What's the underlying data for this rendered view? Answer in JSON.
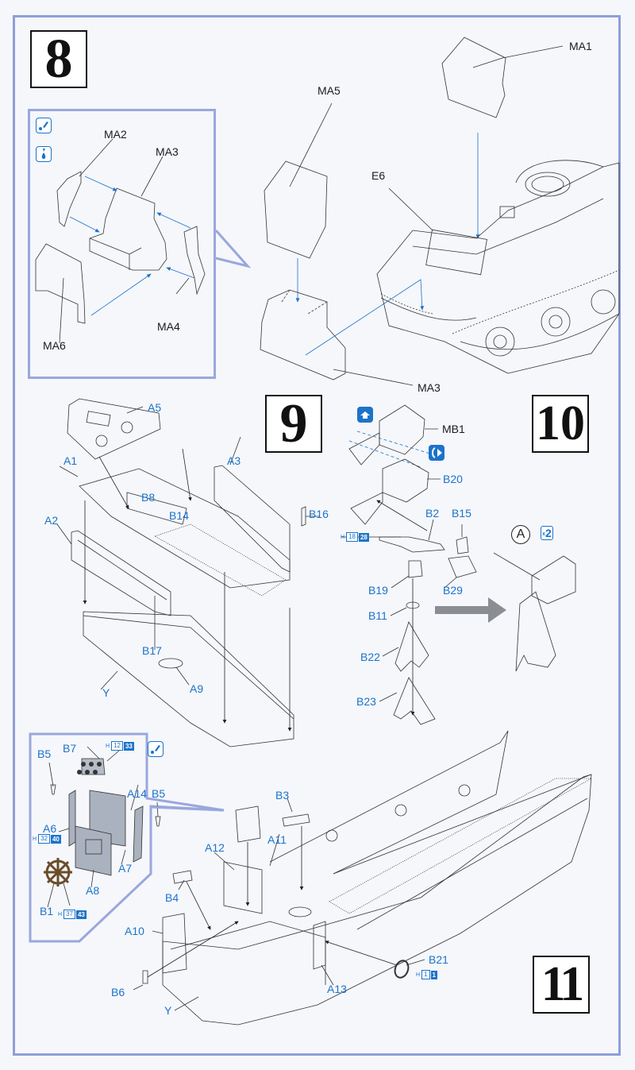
{
  "page": {
    "accent_color": "#1d73c9",
    "frame_color": "#8f9fd8"
  },
  "steps": [
    {
      "number": "8"
    },
    {
      "number": "9"
    },
    {
      "number": "10"
    },
    {
      "number": "11"
    }
  ],
  "step8": {
    "inset_labels": {
      "ma2": "MA2",
      "ma3": "MA3",
      "ma4": "MA4",
      "ma6": "MA6"
    },
    "inset_icons": [
      "apply-glue-icon",
      "apply-cement-drop-icon"
    ],
    "main_labels": {
      "ma1": "MA1",
      "ma5": "MA5",
      "e6": "E6",
      "ma3": "MA3"
    }
  },
  "step9": {
    "labels": {
      "a5": "A5",
      "a1": "A1",
      "a3": "A3",
      "b8": "B8",
      "b14": "B14",
      "b16": "B16",
      "a2": "A2",
      "b17": "B17",
      "y": "Y",
      "a9": "A9"
    }
  },
  "step10": {
    "labels": {
      "mb1": "MB1",
      "b20": "B20",
      "b2": "B2",
      "b15": "B15",
      "b19": "B19",
      "b29": "B29",
      "b11": "B11",
      "b22": "B22",
      "b23": "B23"
    },
    "paint_b2": {
      "prefix": "H",
      "outline": "18",
      "filled": "28"
    },
    "icons": [
      "fold-up-icon",
      "flip-over-icon"
    ],
    "callout": "A",
    "quantity": {
      "prefix": "x",
      "value": "2"
    }
  },
  "step11": {
    "inset_labels": {
      "b5a": "B5",
      "b7": "B7",
      "a14": "A14",
      "b5b": "B5",
      "a6": "A6",
      "a7": "A7",
      "a8": "A8",
      "b1": "B1"
    },
    "paint_b7": {
      "prefix": "H",
      "outline": "12",
      "filled": "33"
    },
    "paint_a6": {
      "prefix": "H",
      "outline": "32",
      "filled": "40"
    },
    "paint_b1": {
      "prefix": "H",
      "outline": "37",
      "filled": "43"
    },
    "labels": {
      "b3": "B3",
      "a12": "A12",
      "a11": "A11",
      "b4": "B4",
      "a10": "A10",
      "b6": "B6",
      "y": "Y",
      "a13": "A13",
      "b21": "B21"
    },
    "paint_b21": {
      "prefix": "H",
      "outline": "1",
      "filled": "1"
    }
  }
}
